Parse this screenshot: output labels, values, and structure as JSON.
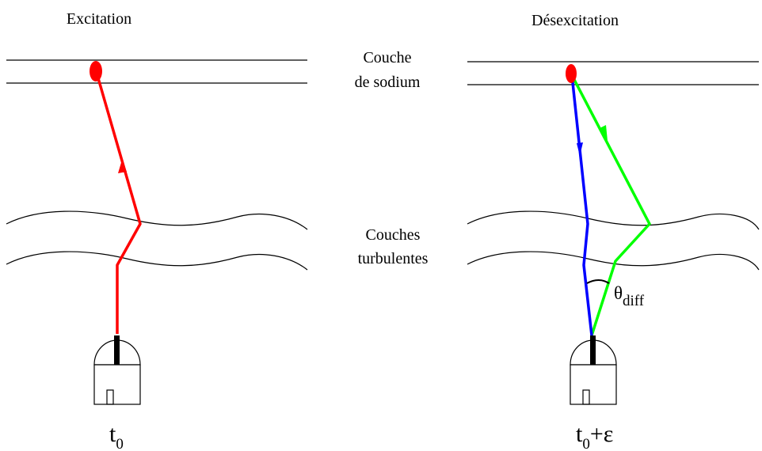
{
  "left_panel": {
    "title": "Excitation",
    "time_label": {
      "base": "t",
      "sub": "0",
      "suffix": ""
    }
  },
  "right_panel": {
    "title": "Désexcitation",
    "time_label": {
      "base": "t",
      "sub": "0",
      "suffix": "+ε"
    },
    "angle_label": {
      "base": "θ",
      "sub": "diff"
    }
  },
  "center_labels": {
    "sodium_layer": [
      "Couche",
      "de sodium"
    ],
    "turbulent_layers": [
      "Couches",
      "turbulentes"
    ]
  },
  "colors": {
    "excitation_beam": "#ff0000",
    "direct_return": "#0000ff",
    "diffracted_return": "#00ff00",
    "sodium_spot": "#ff0000",
    "lines": "#000000"
  }
}
